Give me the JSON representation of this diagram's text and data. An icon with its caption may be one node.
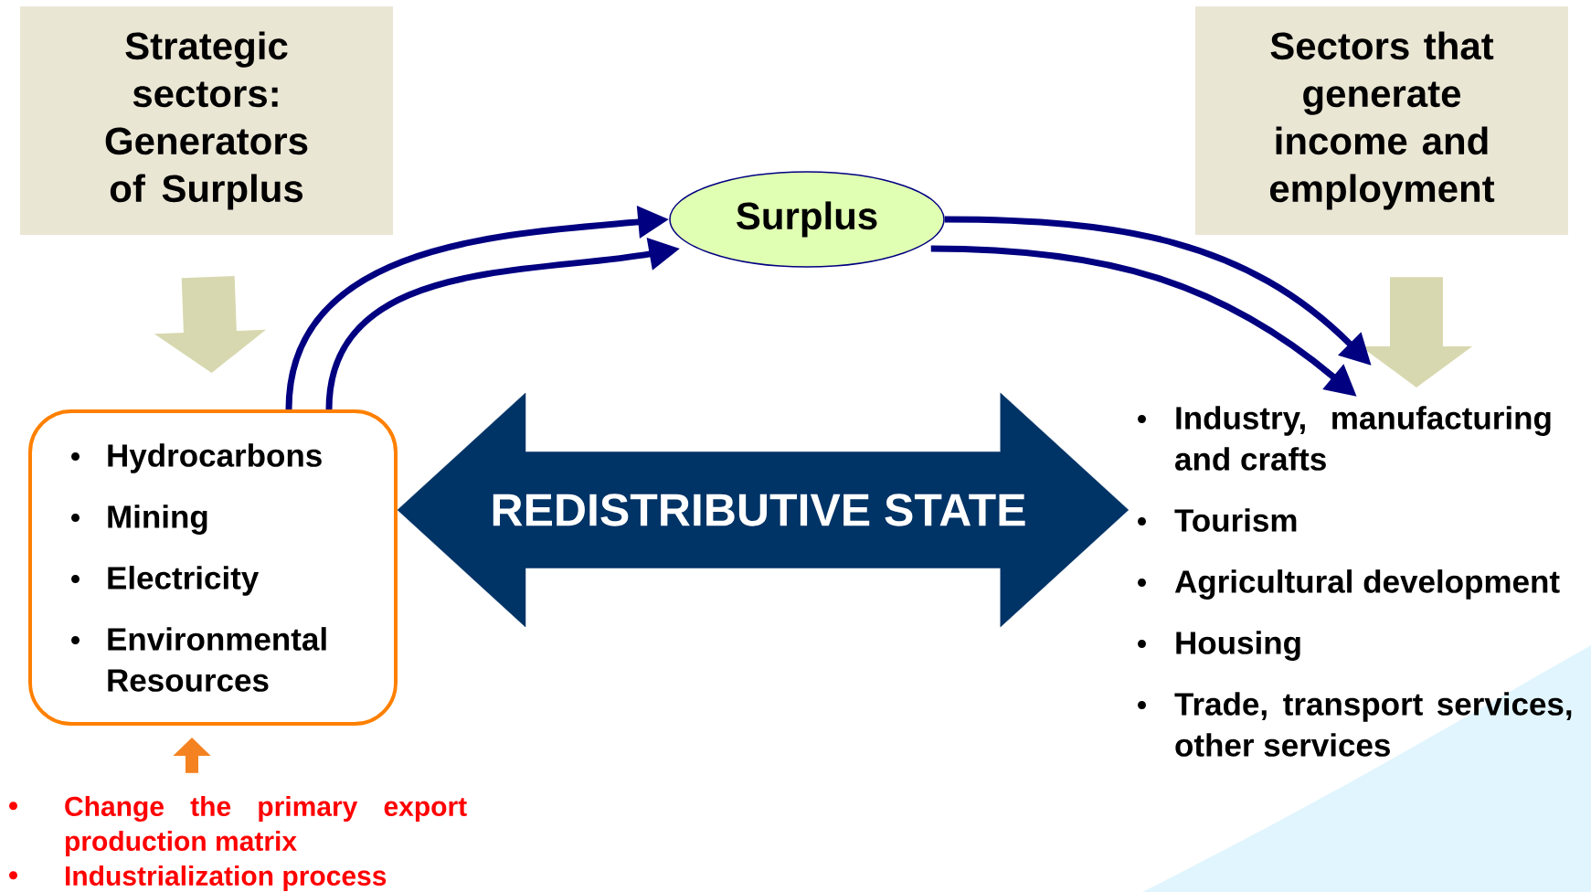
{
  "diagram": {
    "nodes": [
      {
        "text": [
          "Strategic sectors: Generators of Surplus"
        ]
      },
      {
        "text": [
          "Sectors that generate income and employment"
        ]
      },
      {
        "text": [
          "Surplus"
        ]
      },
      {
        "text": [
          "Hydrocarbons",
          "Mining",
          "Electricity",
          "Environmental Resources"
        ]
      },
      {
        "text": [
          "Industry, manufacturing and crafts",
          "Tourism",
          "Agricultural development",
          "Housing",
          "Trade, transport services, other services"
        ]
      },
      {
        "text": [
          "Change the primary export production matrix",
          "Industrialization process"
        ]
      }
    ],
    "edges": [
      {
        "from": 0,
        "to": 3,
        "arrow": "to",
        "style": "thick",
        "color": "#d8d8b0"
      },
      {
        "from": 1,
        "to": 4,
        "arrow": "to",
        "style": "thick",
        "color": "#d8d8b0"
      },
      {
        "from": 3,
        "to": 2,
        "arrow": "to"
      },
      {
        "from": 3,
        "to": 2,
        "arrow": "to"
      },
      {
        "from": 2,
        "to": 4,
        "arrow": "to"
      },
      {
        "from": 2,
        "to": 4,
        "arrow": "to"
      },
      {
        "from": 5,
        "to": 3,
        "arrow": "to",
        "style": "thick",
        "color": "#f58220"
      },
      {
        "from": 3,
        "to": 4,
        "arrow": "both",
        "style": "thick",
        "color": "#003366",
        "label": "REDISTRIBUTIVE STATE"
      }
    ]
  }
}
